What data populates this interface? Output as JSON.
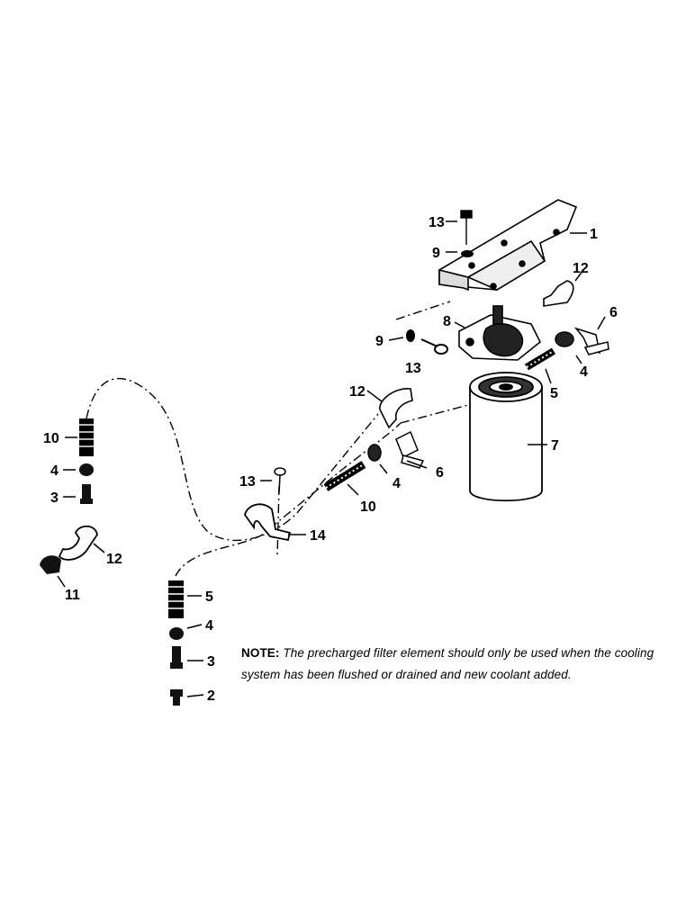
{
  "callouts": {
    "c1": "1",
    "c2": "2",
    "c3a": "3",
    "c3b": "3",
    "c4a": "4",
    "c4b": "4",
    "c4c": "4",
    "c4d": "4",
    "c5a": "5",
    "c5b": "5",
    "c6a": "6",
    "c6b": "6",
    "c7": "7",
    "c8": "8",
    "c9a": "9",
    "c9b": "9",
    "c10a": "10",
    "c10b": "10",
    "c11": "11",
    "c12a": "12",
    "c12b": "12",
    "c12c": "12",
    "c13a": "13",
    "c13b": "13",
    "c13c": "13",
    "c14": "14"
  },
  "note": {
    "label": "NOTE:",
    "text": "The precharged filter element should only be used when the cooling system has been flushed or drained and new coolant added."
  }
}
